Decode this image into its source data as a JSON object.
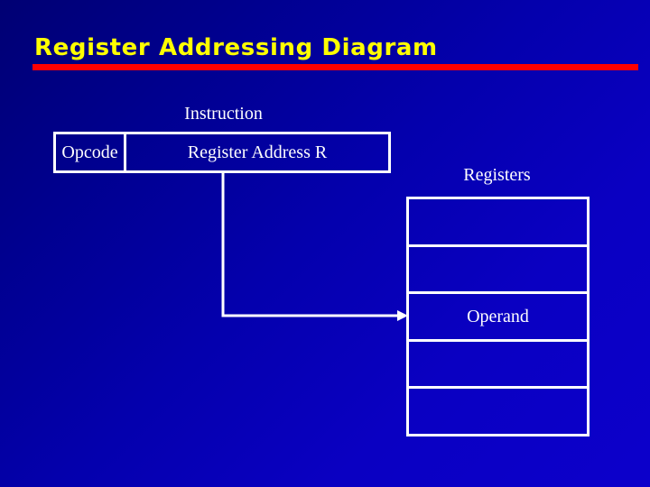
{
  "slide": {
    "title": "Register Addressing Diagram",
    "background_top_color": "#000073",
    "background_bottom_color": "#0c00cb",
    "title_color": "#ffff00",
    "rule_color": "#ff0000",
    "stroke_color": "#ffffff"
  },
  "diagram": {
    "instruction": {
      "label": "Instruction",
      "fields": [
        {
          "name": "opcode",
          "text": "Opcode"
        },
        {
          "name": "register-address",
          "text": "Register Address R"
        }
      ]
    },
    "registers": {
      "label": "Registers",
      "cells": [
        {
          "text": ""
        },
        {
          "text": ""
        },
        {
          "text": "Operand"
        },
        {
          "text": ""
        },
        {
          "text": ""
        }
      ]
    },
    "connector": {
      "from": "register-address-field",
      "to": "register-cell-3",
      "style": "elbow-arrow"
    }
  }
}
